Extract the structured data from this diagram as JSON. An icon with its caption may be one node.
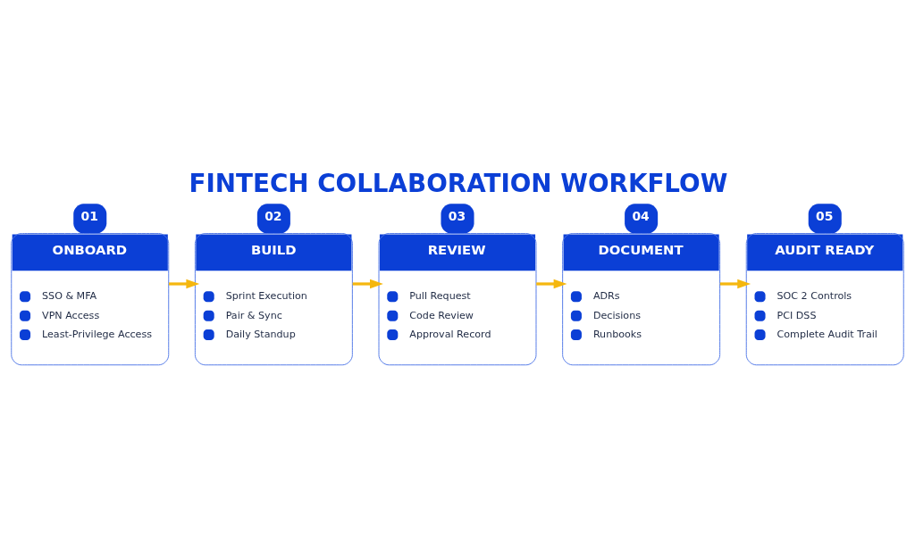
{
  "diagram": {
    "title": "FINTECH COLLABORATION WORKFLOW",
    "nodes": [
      {
        "text": [
          "01",
          "ONBOARD",
          "SSO & MFA",
          "VPN Access",
          "Least-Privilege Access"
        ]
      },
      {
        "text": [
          "02",
          "BUILD",
          "Sprint Execution",
          "Pair & Sync",
          "Daily Standup"
        ]
      },
      {
        "text": [
          "03",
          "REVIEW",
          "Pull Request",
          "Code Review",
          "Approval Record"
        ]
      },
      {
        "text": [
          "04",
          "DOCUMENT",
          "ADRs",
          "Decisions",
          "Runbooks"
        ]
      },
      {
        "text": [
          "05",
          "AUDIT READY",
          "SOC 2 Controls",
          "PCI DSS",
          "Complete Audit Trail"
        ]
      }
    ],
    "edges": [
      {
        "from": 0,
        "to": 1,
        "arrow": "to"
      },
      {
        "from": 1,
        "to": 2,
        "arrow": "to"
      },
      {
        "from": 2,
        "to": 3,
        "arrow": "to"
      },
      {
        "from": 3,
        "to": 4,
        "arrow": "to"
      }
    ]
  }
}
